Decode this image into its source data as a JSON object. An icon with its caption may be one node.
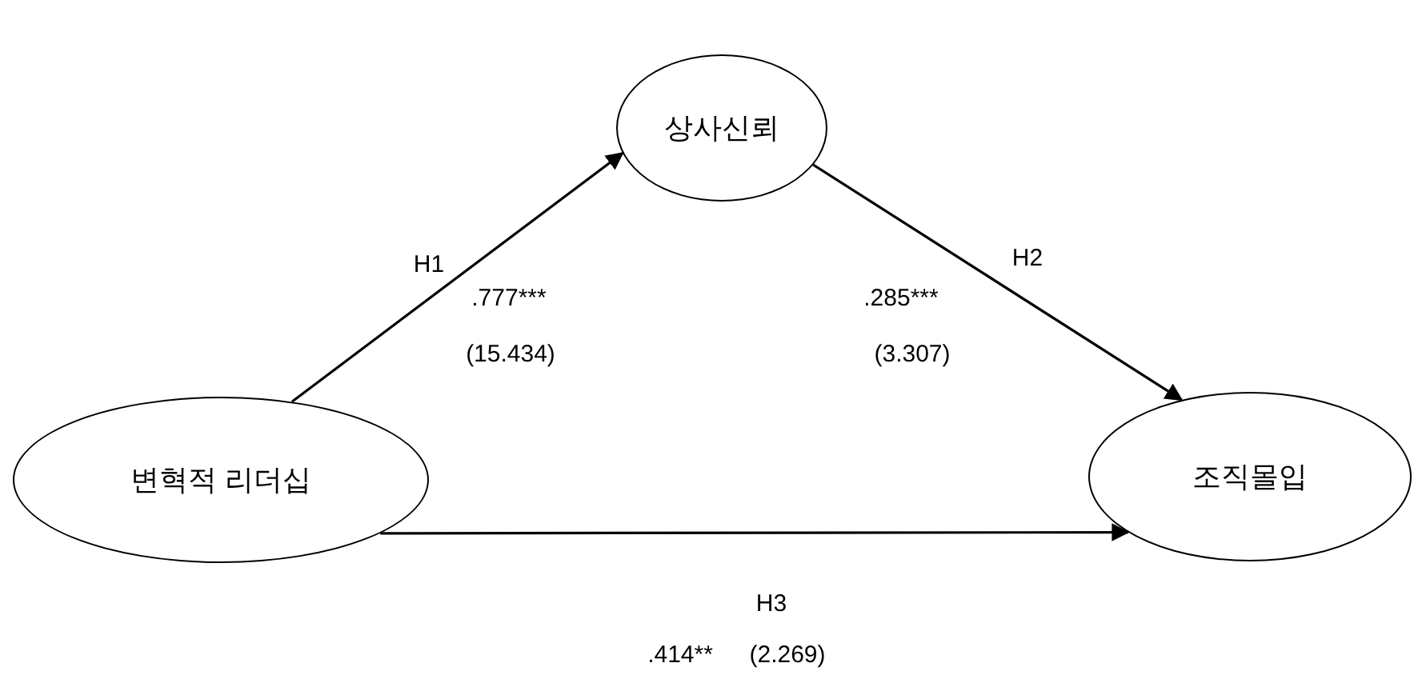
{
  "diagram": {
    "nodes": [
      {
        "text": [
          "변혁적 리더십"
        ]
      },
      {
        "text": [
          "상사신뢰"
        ]
      },
      {
        "text": [
          "조직몰입"
        ]
      }
    ],
    "edges": [
      {
        "from": 0,
        "to": 1,
        "arrow": "to",
        "label": "H1"
      },
      {
        "from": 1,
        "to": 2,
        "arrow": "to",
        "label": "H2"
      },
      {
        "from": 0,
        "to": 2,
        "arrow": "to",
        "label": "H3"
      }
    ],
    "labels": [
      ".777***",
      "(15.434)",
      ".285***",
      "(3.307)",
      ".414**",
      "(2.269)"
    ]
  }
}
